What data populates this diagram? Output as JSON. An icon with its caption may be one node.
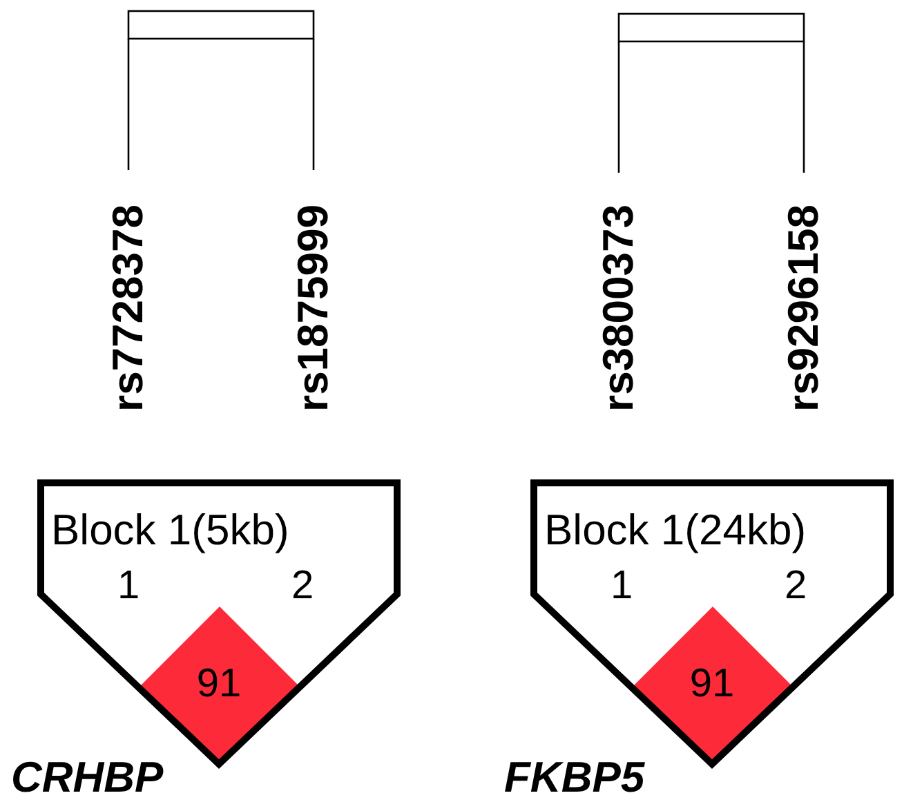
{
  "diagram": {
    "nodes": [
      {
        "text": [
          "Block 1(5kb)",
          "1",
          "2"
        ],
        "beside": [
          "CRHBP"
        ]
      },
      {
        "text": [
          "91"
        ],
        "in": 0
      },
      {
        "text": [
          "Block 1(24kb)",
          "1",
          "2"
        ],
        "beside": [
          "FKBP5"
        ]
      },
      {
        "text": [
          "91"
        ],
        "in": 2
      }
    ],
    "labels": [
      "rs7728378",
      "rs1875999",
      "rs3800373",
      "rs9296158"
    ]
  }
}
